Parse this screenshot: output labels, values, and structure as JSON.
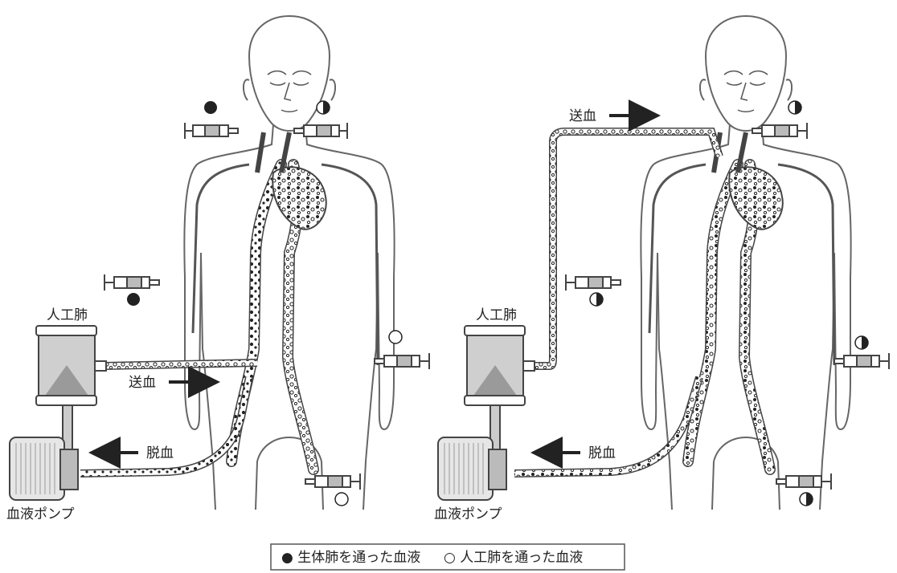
{
  "labels": {
    "oxygenator": "人工肺",
    "pump": "血液ポンプ",
    "return_flow": "送血",
    "drain_flow": "脱血"
  },
  "legend": {
    "native_lung_blood": "● 生体肺を通った血液",
    "artificial_lung_blood": "○ 人工肺を通った血液"
  },
  "colors": {
    "line": "#555555",
    "dark": "#222222",
    "oxygenator_fill": "#cfcfcf",
    "oxygenator_triangle": "#9a9a9a",
    "pump_fill": "#e6e6e6"
  },
  "marker_icons": {
    "native": "filled-circle",
    "artificial": "open-circle",
    "mixed": "half-filled-circle"
  }
}
